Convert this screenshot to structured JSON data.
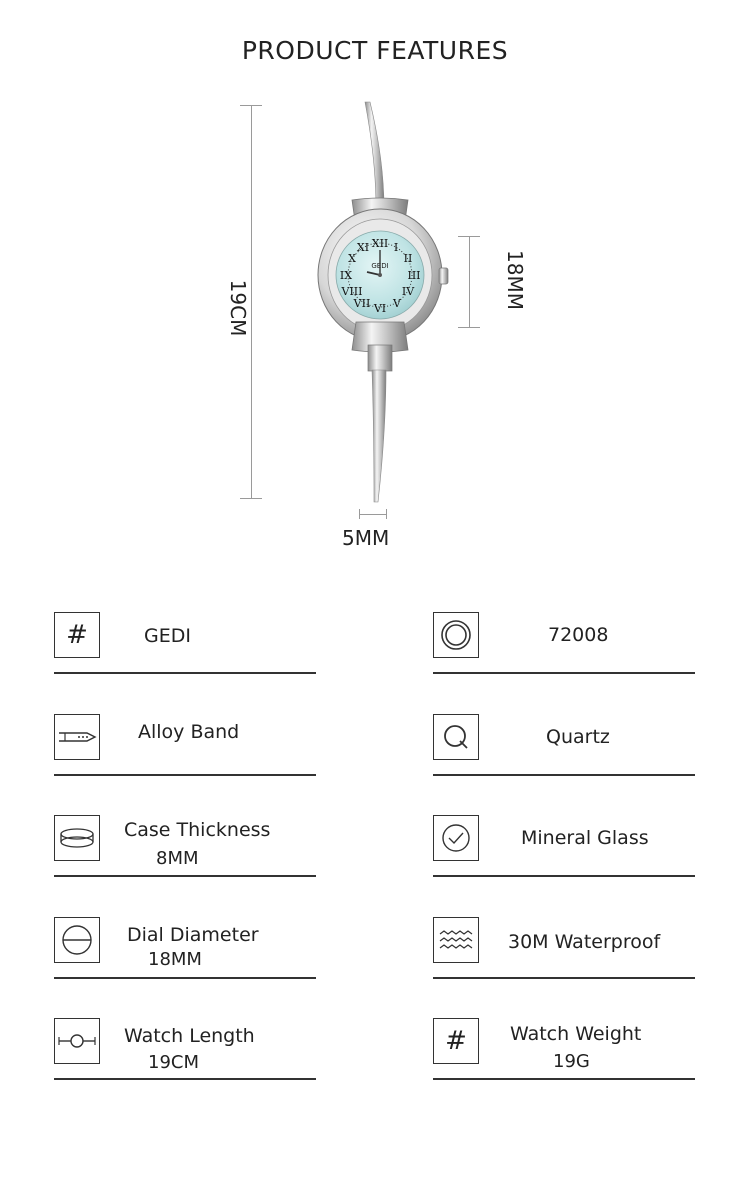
{
  "header": {
    "title": "PRODUCT FEATURES"
  },
  "dimensions": {
    "length": "19CM",
    "dial": "18MM",
    "band_width": "5MM"
  },
  "watch": {
    "brand": "GEDI",
    "dial_color": "#bfe3e4"
  },
  "features": [
    {
      "icon": "hash-icon",
      "label": "GEDI",
      "sub": ""
    },
    {
      "icon": "circle-ring-icon",
      "label": "72008",
      "sub": ""
    },
    {
      "icon": "strap-icon",
      "label": "Alloy Band",
      "sub": ""
    },
    {
      "icon": "quartz-icon",
      "label": "Quartz",
      "sub": ""
    },
    {
      "icon": "case-thickness-icon",
      "label": "Case Thickness",
      "sub": "8MM"
    },
    {
      "icon": "clock-icon",
      "label": "Mineral Glass",
      "sub": ""
    },
    {
      "icon": "dial-diameter-icon",
      "label": "Dial Diameter",
      "sub": "18MM"
    },
    {
      "icon": "waves-icon",
      "label": "30M Waterproof",
      "sub": ""
    },
    {
      "icon": "watch-length-icon",
      "label": "Watch Length",
      "sub": "19CM"
    },
    {
      "icon": "hash-icon",
      "label": "Watch Weight",
      "sub": "19G"
    }
  ]
}
